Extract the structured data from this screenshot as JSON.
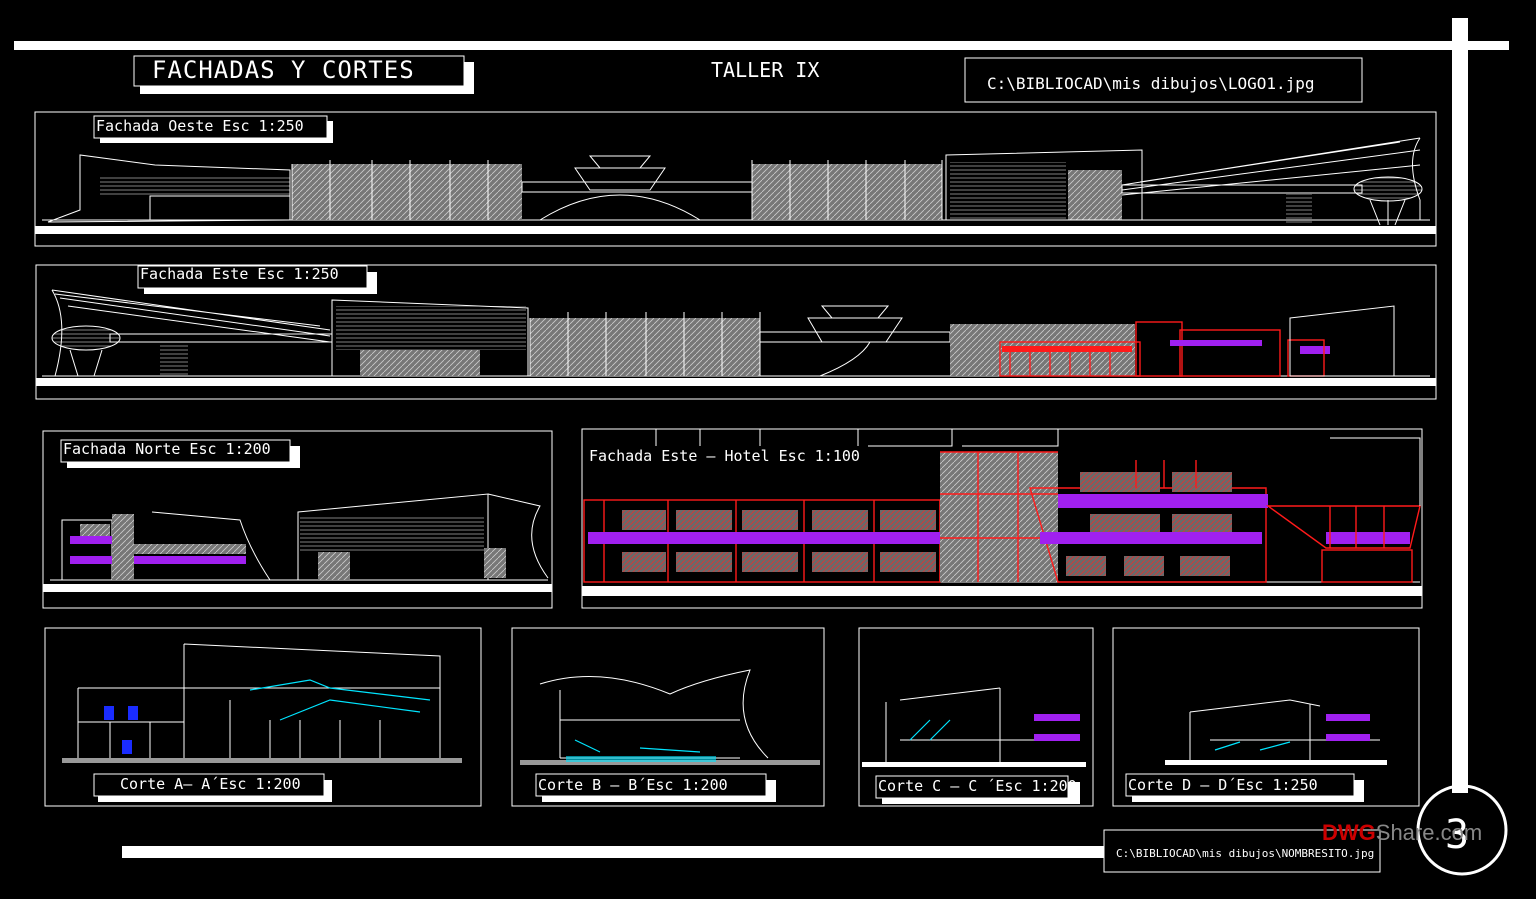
{
  "sheet": {
    "title": "FACHADAS Y CORTES",
    "course": "TALLER IX",
    "logo_path": "C:\\BIBLIOCAD\\mis dibujos\\LOGO1.jpg",
    "name_path": "C:\\BIBLIOCAD\\mis dibujos\\NOMBRESITO.jpg",
    "sheet_number": "3"
  },
  "panels": {
    "oeste": "Fachada Oeste Esc 1:250",
    "este": "Fachada Este Esc 1:250",
    "norte": "Fachada Norte Esc 1:200",
    "hotel": "Fachada Este – Hotel Esc 1:100",
    "corte_a": "Corte A– A´Esc 1:200",
    "corte_b": "Corte B – B´Esc 1:200",
    "corte_c": "Corte C – C ´Esc 1:200",
    "corte_d": "Corte D – D´Esc 1:250"
  },
  "watermark": {
    "dwg": "DWG",
    "share": "Share.com"
  },
  "colors": {
    "background": "#000000",
    "line": "#ffffff",
    "red": "#ff1a1a",
    "magenta": "#a020f0",
    "cyan": "#00e5ff"
  }
}
